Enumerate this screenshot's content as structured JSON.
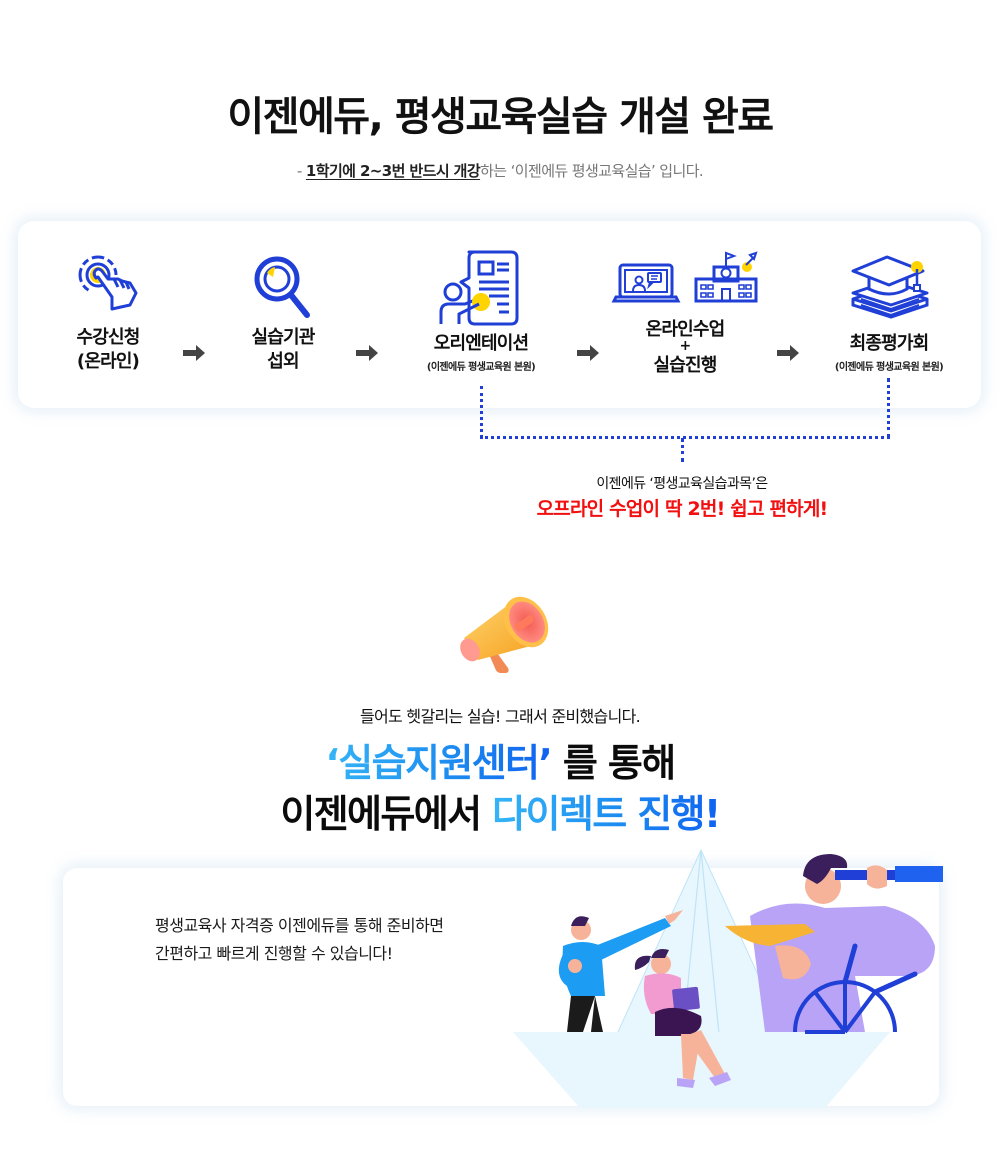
{
  "header": {
    "title": "이젠에듀, 평생교육실습 개설 완료",
    "subtitle_prefix": "- ",
    "subtitle_emphasis": "1학기에 2~3번 반드시 개강",
    "subtitle_rest": "하는 ‘이젠에듀 평생교육실습’ 입니다."
  },
  "process": {
    "steps": [
      {
        "label_line1": "수강신청",
        "label_line2": "(온라인)",
        "icon": "touch-hand-icon"
      },
      {
        "label_line1": "실습기관",
        "label_line2": "섭외",
        "icon": "magnifier-icon"
      },
      {
        "label_line1": "오리엔테이션",
        "note": "(이젠에듀 평생교육원 본원)",
        "icon": "presenter-document-icon"
      },
      {
        "label_line1": "온라인수업",
        "plus": "+",
        "label_line2": "실습진행",
        "icon": "laptop-school-icon"
      },
      {
        "label_line1": "최종평가회",
        "note": "(이젠에듀 평생교육원 본원)",
        "icon": "graduation-cap-books-icon"
      }
    ],
    "arrow_icon": "arrow-right-icon"
  },
  "offline": {
    "line1": "이젠에듀 ‘평생교육실습과목’은",
    "line2": "오프라인 수업이 딱 2번! 쉽고 편하게!"
  },
  "promo": {
    "icon": "megaphone-icon",
    "intro": "들어도 헷갈리는 실습! 그래서 준비했습니다.",
    "line1_highlight": "‘실습지원센터’",
    "line1_rest": " 를 통해",
    "line2_plain": "이젠에듀에서 ",
    "line2_highlight": "다이렉트 진행!"
  },
  "bottom": {
    "line1": "평생교육사 자격증 이젠에듀를 통해 준비하면",
    "line2": "간편하고 빠르게 진행할 수 있습니다!"
  },
  "colors": {
    "icon_blue": "#1f3fd6",
    "icon_yellow": "#ffd400",
    "offline_red": "#f10f0f",
    "highlight_light": "#35b5f7",
    "highlight_dark": "#0f62f0",
    "arrow_gray": "#444444"
  }
}
